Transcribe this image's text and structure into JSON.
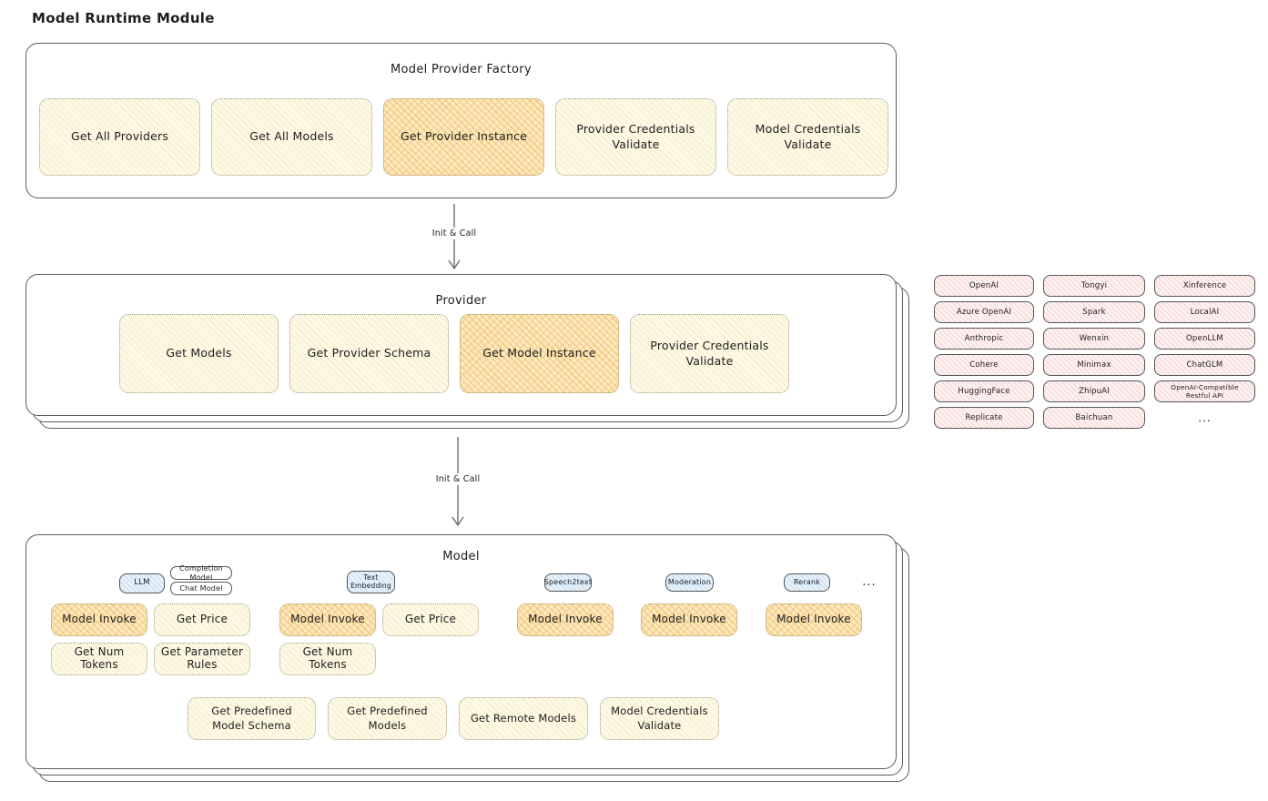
{
  "page_title": "Model Runtime Module",
  "colors": {
    "yellow_fill": "#fdf9e7",
    "orange_fill": "#fbeac4",
    "pink_fill": "#fdf1f1",
    "blue_fill": "#e7f2fb",
    "border": "#5b5b5b"
  },
  "arrows": {
    "init_call_1": "Init & Call",
    "init_call_2": "Init & Call"
  },
  "factory": {
    "title": "Model Provider Factory",
    "items": [
      {
        "label": "Get All Providers",
        "variant": "yellow"
      },
      {
        "label": "Get All Models",
        "variant": "yellow"
      },
      {
        "label": "Get Provider Instance",
        "variant": "orange"
      },
      {
        "label": "Provider Credentials Validate",
        "variant": "yellow"
      },
      {
        "label": "Model Credentials Validate",
        "variant": "yellow"
      }
    ]
  },
  "provider": {
    "title": "Provider",
    "items": [
      {
        "label": "Get Models",
        "variant": "yellow"
      },
      {
        "label": "Get Provider Schema",
        "variant": "yellow"
      },
      {
        "label": "Get Model Instance",
        "variant": "orange"
      },
      {
        "label": "Provider Credentials Validate",
        "variant": "yellow"
      }
    ]
  },
  "providers_list": {
    "items": [
      "OpenAI",
      "Tongyi",
      "Xinference",
      "Azure OpenAI",
      "Spark",
      "LocalAI",
      "Anthropic",
      "Wenxin",
      "OpenLLM",
      "Cohere",
      "Minimax",
      "ChatGLM",
      "HuggingFace",
      "ZhipuAI",
      "OpenAI-Compatible Restful API",
      "Replicate",
      "Baichuan"
    ],
    "ellipsis": "..."
  },
  "model": {
    "title": "Model",
    "ellipsis": "...",
    "groups": [
      {
        "tag": "LLM",
        "subtags": [
          "Completion Model",
          "Chat Model"
        ],
        "ops": [
          "Model Invoke",
          "Get Price",
          "Get Num Tokens",
          "Get Parameter Rules"
        ]
      },
      {
        "tag": "Text Embedding",
        "ops": [
          "Model Invoke",
          "Get Price",
          "Get Num Tokens"
        ]
      },
      {
        "tag": "Speech2text",
        "ops": [
          "Model Invoke"
        ]
      },
      {
        "tag": "Moderation",
        "ops": [
          "Model Invoke"
        ]
      },
      {
        "tag": "Rerank",
        "ops": [
          "Model Invoke"
        ]
      }
    ],
    "bottom_ops": [
      "Get Predefined Model Schema",
      "Get Predefined Models",
      "Get Remote Models",
      "Model Credentials Validate"
    ]
  }
}
